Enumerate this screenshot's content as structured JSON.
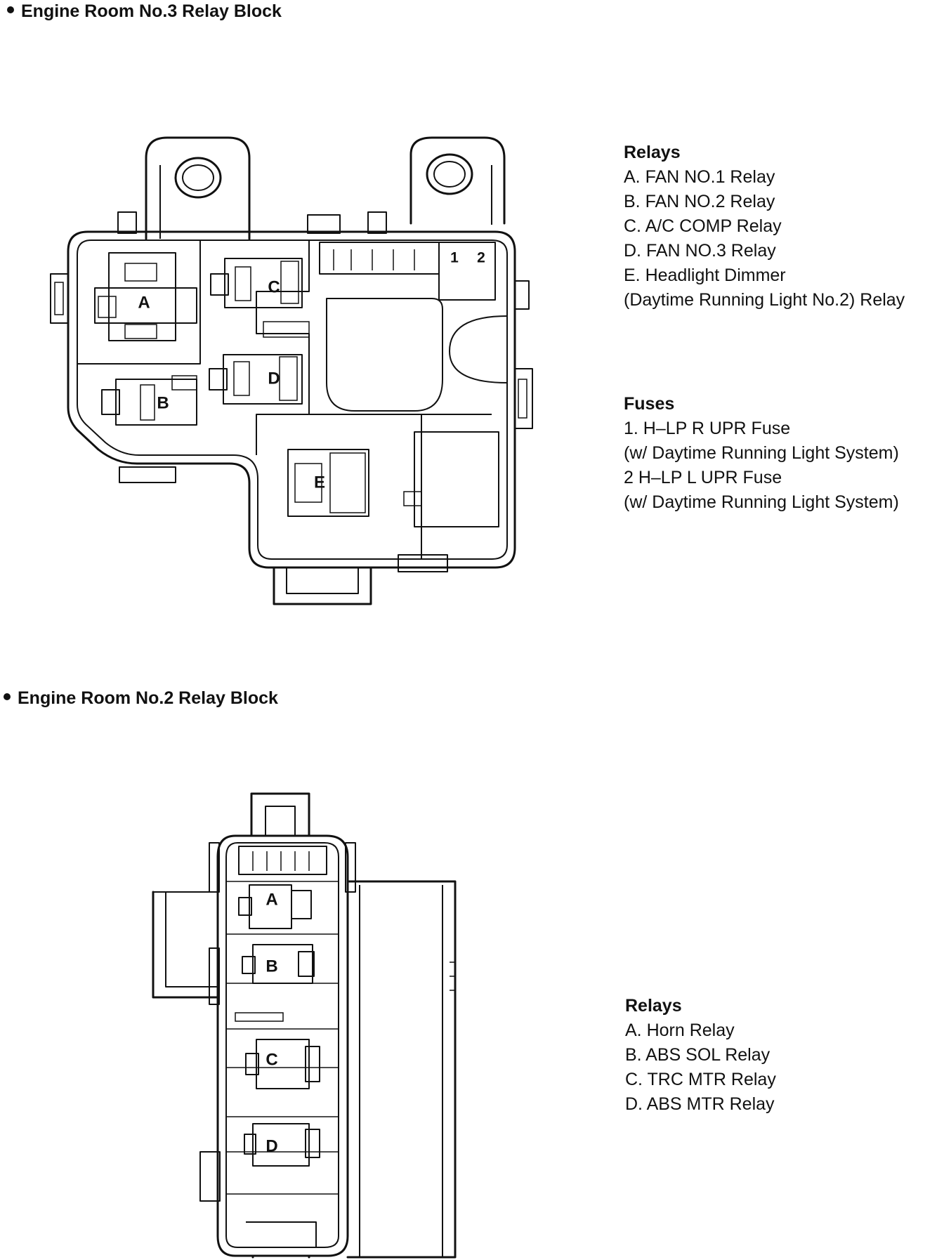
{
  "block3": {
    "title": "Engine Room No.3 Relay Block",
    "relay_marks": [
      "A",
      "B",
      "C",
      "D",
      "E"
    ],
    "fuse_marks": [
      "1",
      "2"
    ],
    "relays_heading": "Relays",
    "relays": [
      "A. FAN NO.1 Relay",
      "B. FAN NO.2 Relay",
      "C. A/C COMP Relay",
      "D. FAN NO.3 Relay",
      "E. Headlight Dimmer",
      "(Daytime Running Light No.2) Relay"
    ],
    "fuses_heading": "Fuses",
    "fuses": [
      "1. H–LP R UPR Fuse",
      "(w/ Daytime Running Light System)",
      "2 H–LP L UPR Fuse",
      "(w/ Daytime Running Light System)"
    ]
  },
  "block2": {
    "title": "Engine Room No.2 Relay Block",
    "relay_marks": [
      "A",
      "B",
      "C",
      "D"
    ],
    "relays_heading": "Relays",
    "relays": [
      "A. Horn Relay",
      "B. ABS SOL Relay",
      "C. TRC MTR Relay",
      "D. ABS MTR Relay"
    ]
  }
}
